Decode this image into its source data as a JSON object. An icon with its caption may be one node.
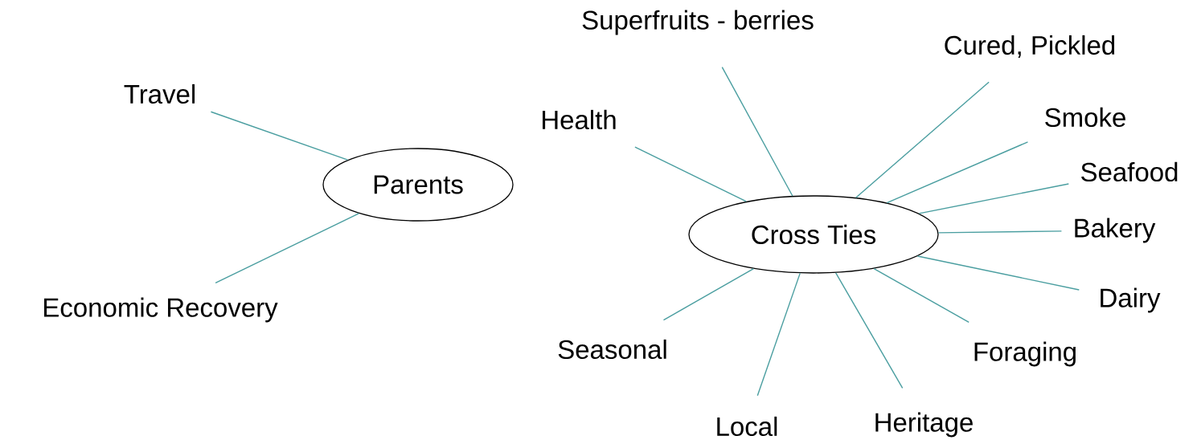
{
  "diagram": {
    "nodes": [
      {
        "text": [
          "Travel"
        ]
      },
      {
        "text": [
          "Economic Recovery"
        ]
      },
      {
        "text": [
          "Parents"
        ]
      },
      {
        "text": [
          "Superfruits - berries"
        ]
      },
      {
        "text": [
          "Health"
        ]
      },
      {
        "text": [
          "Cured, Pickled"
        ]
      },
      {
        "text": [
          "Smoke"
        ]
      },
      {
        "text": [
          "Cross Ties"
        ]
      },
      {
        "text": [
          "Seafood"
        ]
      },
      {
        "text": [
          "Bakery"
        ]
      },
      {
        "text": [
          "Dairy"
        ]
      },
      {
        "text": [
          "Seasonal"
        ]
      },
      {
        "text": [
          "Foraging"
        ]
      },
      {
        "text": [
          "Local"
        ]
      },
      {
        "text": [
          "Heritage"
        ]
      }
    ],
    "edges": [
      {
        "from": 0,
        "to": 2,
        "arrow": "none"
      },
      {
        "from": 1,
        "to": 2,
        "arrow": "none"
      },
      {
        "from": 3,
        "to": 7,
        "arrow": "none"
      },
      {
        "from": 4,
        "to": 7,
        "arrow": "none"
      },
      {
        "from": 5,
        "to": 7,
        "arrow": "none"
      },
      {
        "from": 6,
        "to": 7,
        "arrow": "none"
      },
      {
        "from": 8,
        "to": 7,
        "arrow": "none"
      },
      {
        "from": 9,
        "to": 7,
        "arrow": "none"
      },
      {
        "from": 10,
        "to": 7,
        "arrow": "none"
      },
      {
        "from": 11,
        "to": 7,
        "arrow": "none"
      },
      {
        "from": 12,
        "to": 7,
        "arrow": "none"
      },
      {
        "from": 13,
        "to": 7,
        "arrow": "none"
      },
      {
        "from": 14,
        "to": 7,
        "arrow": "none"
      }
    ]
  }
}
